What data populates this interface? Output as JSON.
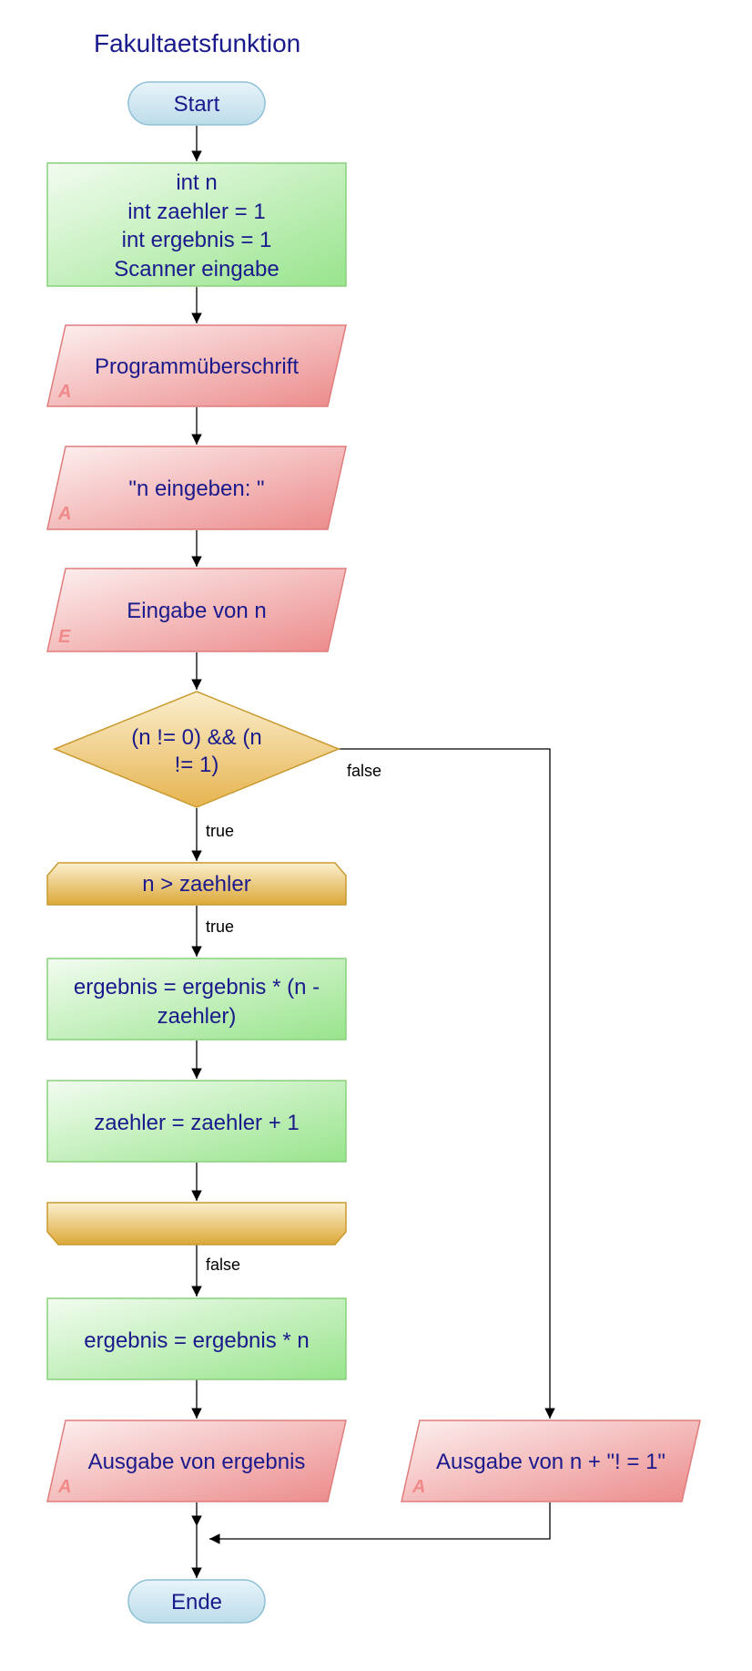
{
  "title": "Fakultaetsfunktion",
  "nodes": {
    "start": "Start",
    "decl": [
      "int n",
      "int zaehler = 1",
      "int ergebnis = 1",
      "Scanner eingabe"
    ],
    "out_heading": "Programmüberschrift",
    "out_prompt": "\"n eingeben: \"",
    "input_n": "Eingabe von n",
    "condition": [
      "(n != 0) && (n",
      "!= 1)"
    ],
    "loop_head": "n > zaehler",
    "calc1": [
      "ergebnis = ergebnis * (n -",
      "zaehler)"
    ],
    "incr": "zaehler = zaehler + 1",
    "calc2": "ergebnis = ergebnis * n",
    "out_result": "Ausgabe von ergebnis",
    "out_one": "Ausgabe von n + \"! = 1\"",
    "end": "Ende"
  },
  "io_tags": {
    "output": "A",
    "input": "E"
  },
  "edge_labels": {
    "cond_true": "true",
    "cond_false": "false",
    "loop_true": "true",
    "loop_false": "false"
  },
  "colors": {
    "terminal": "#cfe6f0",
    "process": "#b8ecb0",
    "io": "#f4b0b0",
    "decision": "#f0c870",
    "text": "#1a1a8c"
  }
}
